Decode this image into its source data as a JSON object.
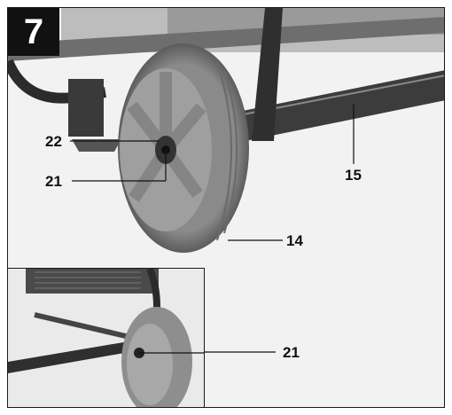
{
  "figure": {
    "number": "7"
  },
  "callouts": {
    "c22": "22",
    "c21_main": "21",
    "c15": "15",
    "c14": "14",
    "c21_inset": "21"
  }
}
